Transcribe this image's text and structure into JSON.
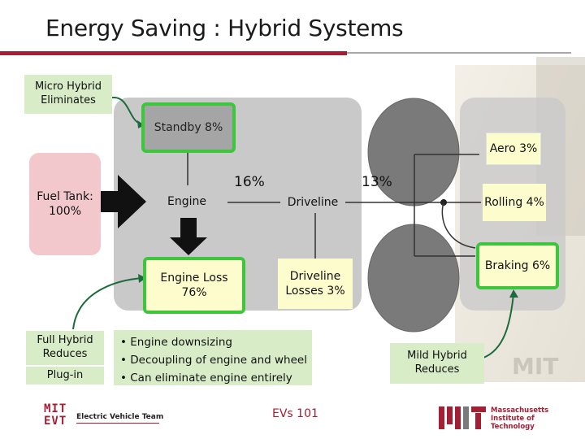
{
  "title": "Energy Saving : Hybrid Systems",
  "labels": {
    "micro_hybrid": "Micro Hybrid Eliminates",
    "fuel_tank": "Fuel Tank: 100%",
    "standby": "Standby 8%",
    "engine": "Engine",
    "engine_out_pct": "16%",
    "driveline": "Driveline",
    "driveline_out_pct": "13%",
    "aero": "Aero 3%",
    "rolling": "Rolling 4%",
    "braking": "Braking 6%",
    "engine_loss": "Engine Loss 76%",
    "driveline_losses": "Driveline Losses 3%",
    "full_hybrid": "Full Hybrid Reduces",
    "plug_in": "Plug-in",
    "mild_hybrid": "Mild Hybrid Reduces"
  },
  "bullets": [
    "• Engine downsizing",
    "• Decoupling of engine and wheel",
    "• Can eliminate engine entirely"
  ],
  "footer": {
    "left_logo": "MIT EVT",
    "left_team": "Electric Vehicle Team",
    "center": "EVs 101",
    "right_logo": "MIT",
    "right_lines": [
      "Massachusetts",
      "Institute of",
      "Technology"
    ]
  },
  "colors": {
    "accent_red": "#a31f34",
    "highlight_green": "#3cc63c",
    "label_green_bg": "#d7ecc7",
    "fuel_pink": "#f2c8cc",
    "panel_gray": "#c9c9c9",
    "wheel_gray": "#7a7a7a"
  }
}
